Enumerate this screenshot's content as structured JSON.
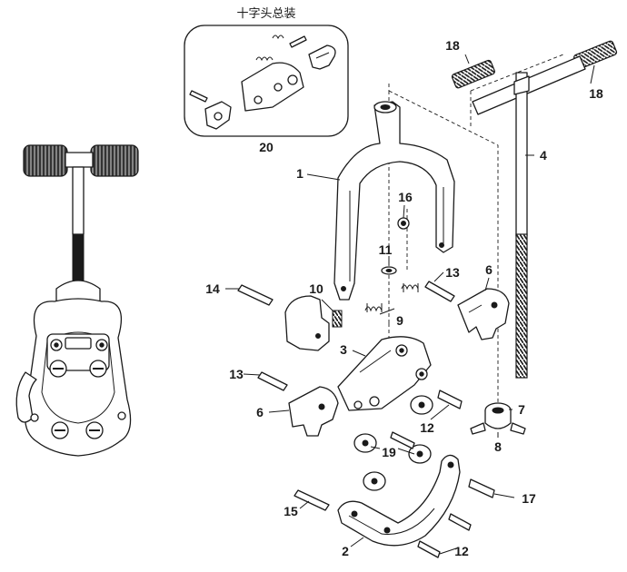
{
  "inset": {
    "title": "十字头总装",
    "number": "20"
  },
  "callouts": {
    "c1": "1",
    "c2": "2",
    "c3": "3",
    "c4": "4",
    "c6a": "6",
    "c6b": "6",
    "c7": "7",
    "c8": "8",
    "c9": "9",
    "c10": "10",
    "c11": "11",
    "c12a": "12",
    "c12b": "12",
    "c13a": "13",
    "c13b": "13",
    "c14": "14",
    "c15": "15",
    "c16": "16",
    "c17": "17",
    "c18a": "18",
    "c18b": "18",
    "c19": "19"
  }
}
